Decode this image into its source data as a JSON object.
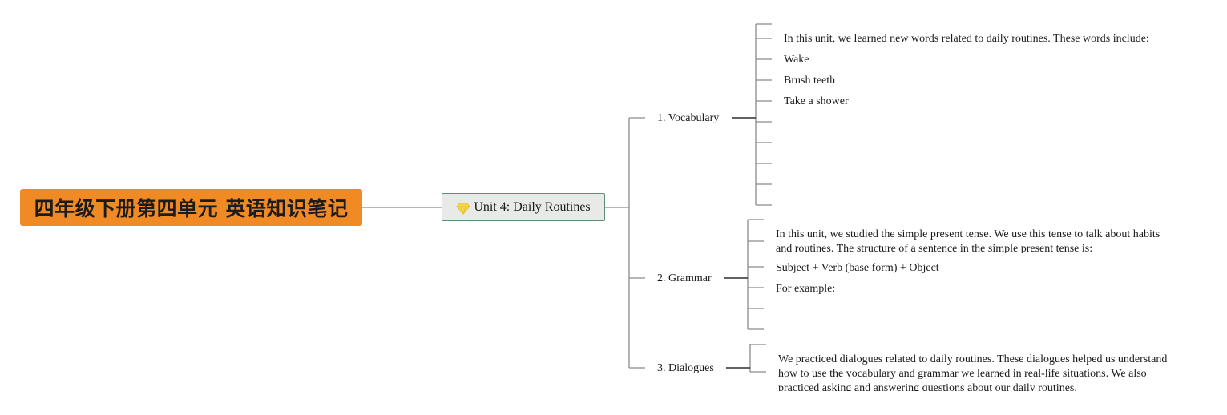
{
  "root": {
    "title": "四年级下册第四单元 英语知识笔记"
  },
  "topic": {
    "label": "Unit 4: Daily Routines",
    "icon": "gem-icon"
  },
  "branches": [
    {
      "label": "1. Vocabulary",
      "items": [
        "In this unit, we learned new words related to daily routines. These words include:",
        "Wake",
        "Brush teeth",
        "Take a shower"
      ]
    },
    {
      "label": "2. Grammar",
      "items": [
        "In this unit, we studied the simple present tense. We use this tense to talk about habits and routines. The structure of a sentence in the simple present tense is:",
        "Subject + Verb (base form) + Object",
        "For example:"
      ]
    },
    {
      "label": "3. Dialogues",
      "items": [
        "We practiced dialogues related to daily routines. These dialogues helped us understand how to use the vocabulary and grammar we learned in real-life situations. We also practiced asking and answering questions about our daily routines."
      ]
    }
  ],
  "colors": {
    "root_fill": "#f08a24",
    "topic_fill": "#e8eae8",
    "topic_border": "#5d8f76",
    "line": "#888888",
    "line_dark": "#333333"
  }
}
